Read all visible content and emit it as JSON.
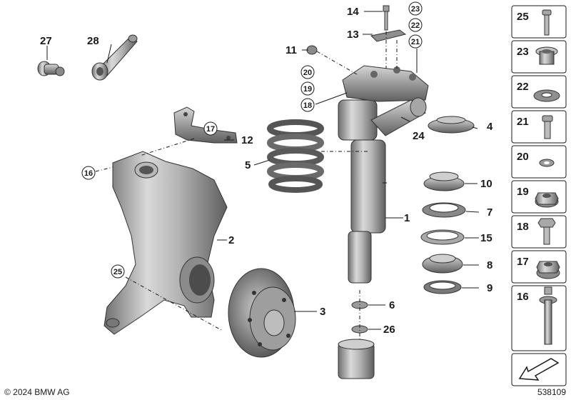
{
  "diagram": {
    "copyright": "© 2024 BMW AG",
    "diagram_id": "538109"
  },
  "parts": [
    {
      "num": "1",
      "circled": false
    },
    {
      "num": "2",
      "circled": false
    },
    {
      "num": "3",
      "circled": false
    },
    {
      "num": "4",
      "circled": false
    },
    {
      "num": "5",
      "circled": false
    },
    {
      "num": "6",
      "circled": false
    },
    {
      "num": "7",
      "circled": false
    },
    {
      "num": "8",
      "circled": false
    },
    {
      "num": "9",
      "circled": false
    },
    {
      "num": "10",
      "circled": false
    },
    {
      "num": "11",
      "circled": false
    },
    {
      "num": "12",
      "circled": false
    },
    {
      "num": "13",
      "circled": false
    },
    {
      "num": "14",
      "circled": false
    },
    {
      "num": "15",
      "circled": false
    },
    {
      "num": "16",
      "circled": true
    },
    {
      "num": "17",
      "circled": true
    },
    {
      "num": "18",
      "circled": true
    },
    {
      "num": "19",
      "circled": true
    },
    {
      "num": "20",
      "circled": true
    },
    {
      "num": "21",
      "circled": true
    },
    {
      "num": "22",
      "circled": true
    },
    {
      "num": "23",
      "circled": true
    },
    {
      "num": "24",
      "circled": false
    },
    {
      "num": "25",
      "circled": true
    },
    {
      "num": "26",
      "circled": false
    },
    {
      "num": "27",
      "circled": false
    },
    {
      "num": "28",
      "circled": false
    }
  ],
  "sidebar": {
    "items": [
      {
        "num": "25",
        "part": "bolt"
      },
      {
        "num": "23",
        "part": "bushing"
      },
      {
        "num": "22",
        "part": "washer-serrated"
      },
      {
        "num": "21",
        "part": "hex-bolt"
      },
      {
        "num": "20",
        "part": "washer"
      },
      {
        "num": "19",
        "part": "flange-nut"
      },
      {
        "num": "18",
        "part": "hex-bolt"
      },
      {
        "num": "17",
        "part": "self-locking-nut"
      },
      {
        "num": "16",
        "part": "long-bolt"
      }
    ]
  }
}
